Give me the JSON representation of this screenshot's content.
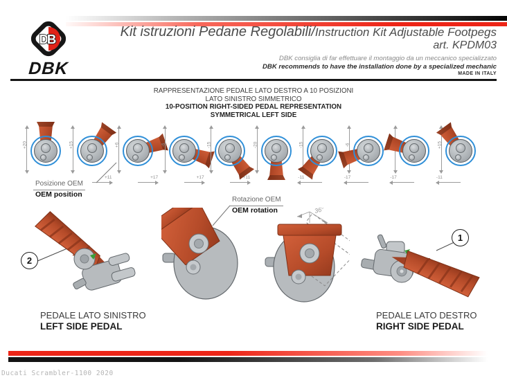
{
  "header": {
    "brand": "DBK",
    "logo_letters": {
      "d": "D",
      "b": "B"
    },
    "title_it": "Kit istruzioni Pedane Regolabili/",
    "title_en": "Instruction Kit Adjustable Footpegs",
    "article": "art. KPDM03",
    "advice_it": "DBK consiglia di far effettuare il montaggio da un meccanico specializzato",
    "advice_en": "DBK recommends to have the installation done by a specialized mechanic",
    "made_in": "MADE IN ITALY"
  },
  "representation": {
    "heading_it_1": "RAPPRESENTAZIONE PEDALE LATO DESTRO A 10 POSIZIONI",
    "heading_it_2": "LATO SINISTRO SIMMETRICO",
    "heading_en_1": "10-POSITION RIGHT-SIDED PEDAL REPRESENTATION",
    "heading_en_2": "SYMMETRICAL LEFT SIDE",
    "oem_position": {
      "it": "Posizione OEM",
      "en": "OEM position"
    },
    "oem_rotation": {
      "it": "Rotazione OEM",
      "en": "OEM rotation"
    },
    "rotation_step": "36°",
    "positions": [
      {
        "angle": 0,
        "vertical": "+20",
        "horizontal": ""
      },
      {
        "angle": 36,
        "vertical": "+15",
        "horizontal": "+11"
      },
      {
        "angle": 72,
        "vertical": "+6",
        "horizontal": "+17"
      },
      {
        "angle": 108,
        "vertical": "-6",
        "horizontal": "+17"
      },
      {
        "angle": 144,
        "vertical": "-15",
        "horizontal": "+11"
      },
      {
        "angle": 180,
        "vertical": "-20",
        "horizontal": ""
      },
      {
        "angle": 216,
        "vertical": "-15",
        "horizontal": "-11"
      },
      {
        "angle": 252,
        "vertical": "-6",
        "horizontal": "-17"
      },
      {
        "angle": 288,
        "vertical": "+6",
        "horizontal": "-17"
      },
      {
        "angle": 324,
        "vertical": "+15",
        "horizontal": "-11"
      }
    ]
  },
  "pedals": {
    "left": {
      "callout": "2",
      "caption_it": "PEDALE LATO SINISTRO",
      "caption_en": "LEFT SIDE PEDAL"
    },
    "right": {
      "callout": "1",
      "caption_it": "PEDALE LATO DESTRO",
      "caption_en": "RIGHT SIDE PEDAL"
    }
  },
  "footer": {
    "model": "Ducati Scrambler-1100 2020"
  },
  "colors": {
    "stripe_red": "#ed2517",
    "pedal_orange": "#bf4e2b",
    "metal_gray": "#b7bbbe",
    "circle_blue": "#2f8fd8"
  }
}
